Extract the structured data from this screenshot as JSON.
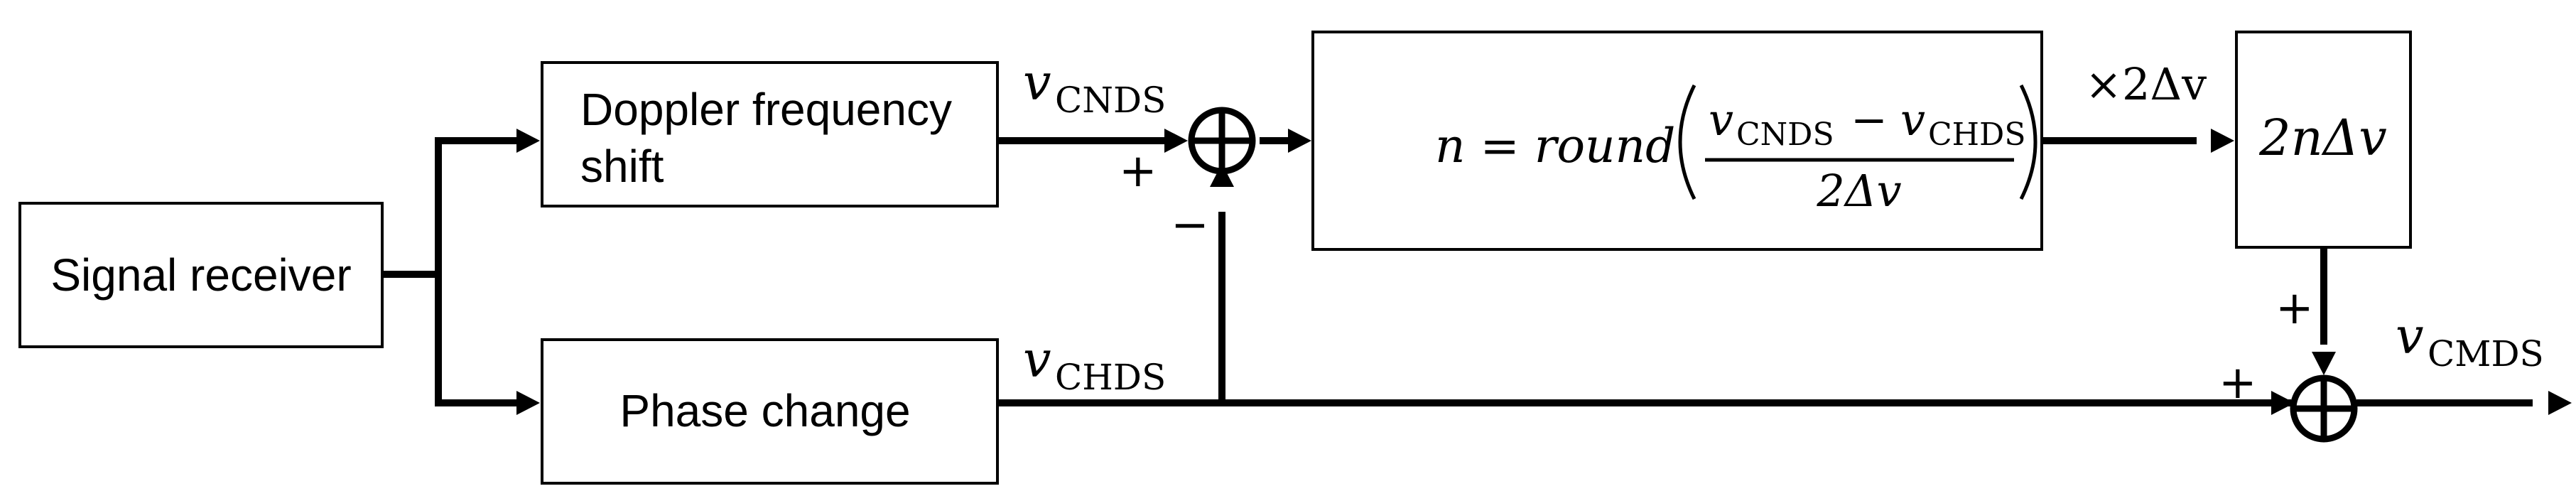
{
  "blocks": {
    "signal_receiver": "Signal receiver",
    "doppler_line1": "Doppler frequency",
    "doppler_line2": "shift",
    "phase_change": "Phase change"
  },
  "formula": {
    "lhs": "n = round",
    "numerator_v1": "v",
    "numerator_sub1": "CNDS",
    "numerator_minus": "−",
    "numerator_v2": "v",
    "numerator_sub2": "CHDS",
    "denominator": "2Δv"
  },
  "multiplier_label": "×2Δv",
  "output_block": "2nΔv",
  "signals": {
    "v_cnds_symbol": "v",
    "v_cnds_sub": "CNDS",
    "v_chds_symbol": "v",
    "v_chds_sub": "CHDS",
    "v_cmds_symbol": "v",
    "v_cmds_sub": "CMDS"
  },
  "signs": {
    "sum1_plus": "+",
    "sum1_minus": "−",
    "sum2_plus_top": "+",
    "sum2_plus_left": "+"
  }
}
